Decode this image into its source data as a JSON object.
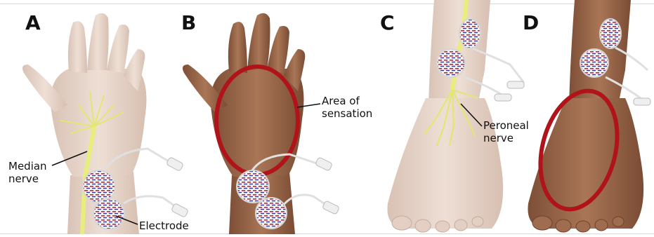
{
  "panels": [
    {
      "letter": "A"
    },
    {
      "letter": "B"
    },
    {
      "letter": "C"
    },
    {
      "letter": "D"
    }
  ],
  "callouts": {
    "median_nerve": "Median\nnerve",
    "electrode": "Electrode",
    "area_of_sensation": "Area of\nsensation",
    "peroneal_nerve": "Peroneal\nnerve"
  },
  "colors": {
    "background": "#ffffff",
    "skin_light": "#e6d3c8",
    "skin_dark": "#9a6a4e",
    "nerve": "#e8ee7a",
    "sensation_ring": "#b0141a",
    "electrode_pad": "#f3f3f3",
    "electrode_pattern": "#c0233a",
    "lead_wire": "#dedede"
  },
  "icons": [
    "hand-illustration",
    "foot-illustration",
    "electrode-pad-icon",
    "sensation-ellipse"
  ]
}
